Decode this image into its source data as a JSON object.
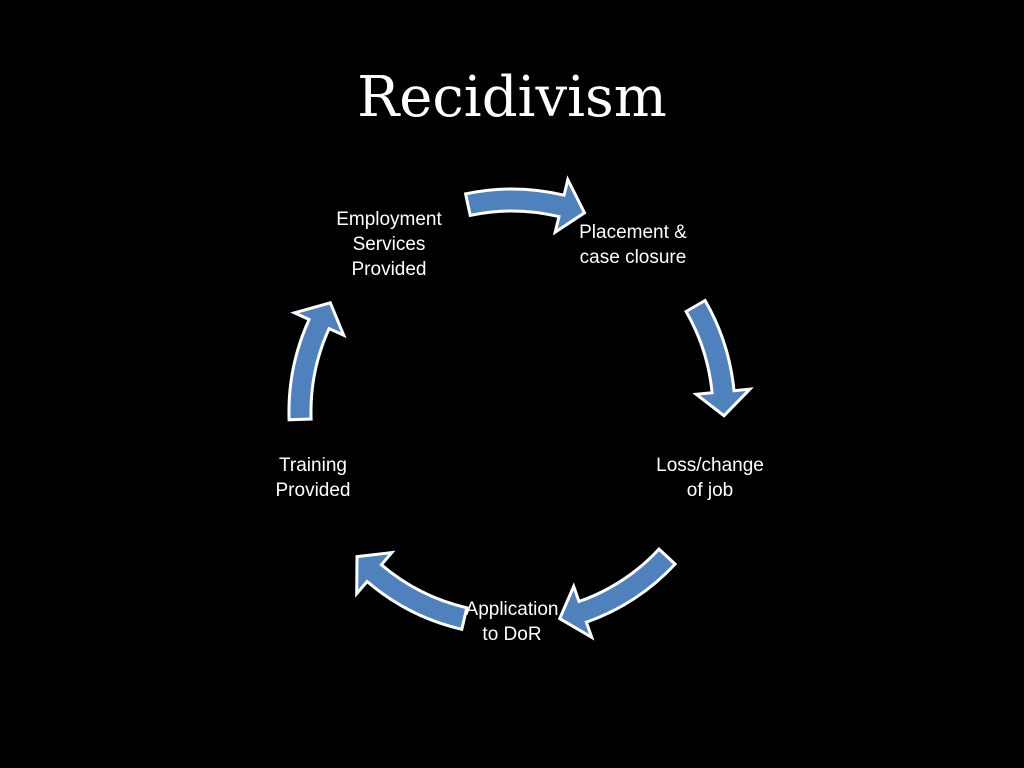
{
  "slide": {
    "title": "Recidivism"
  },
  "cycle": {
    "arrow_color": "#4f81bd",
    "arrow_outline_color": "#ffffff",
    "nodes": [
      {
        "label": "Placement &\ncase closure"
      },
      {
        "label": "Loss/change\nof job"
      },
      {
        "label": "Application\nto DoR"
      },
      {
        "label": "Training\nProvided"
      },
      {
        "label": "Employment\nServices\nProvided"
      }
    ]
  }
}
